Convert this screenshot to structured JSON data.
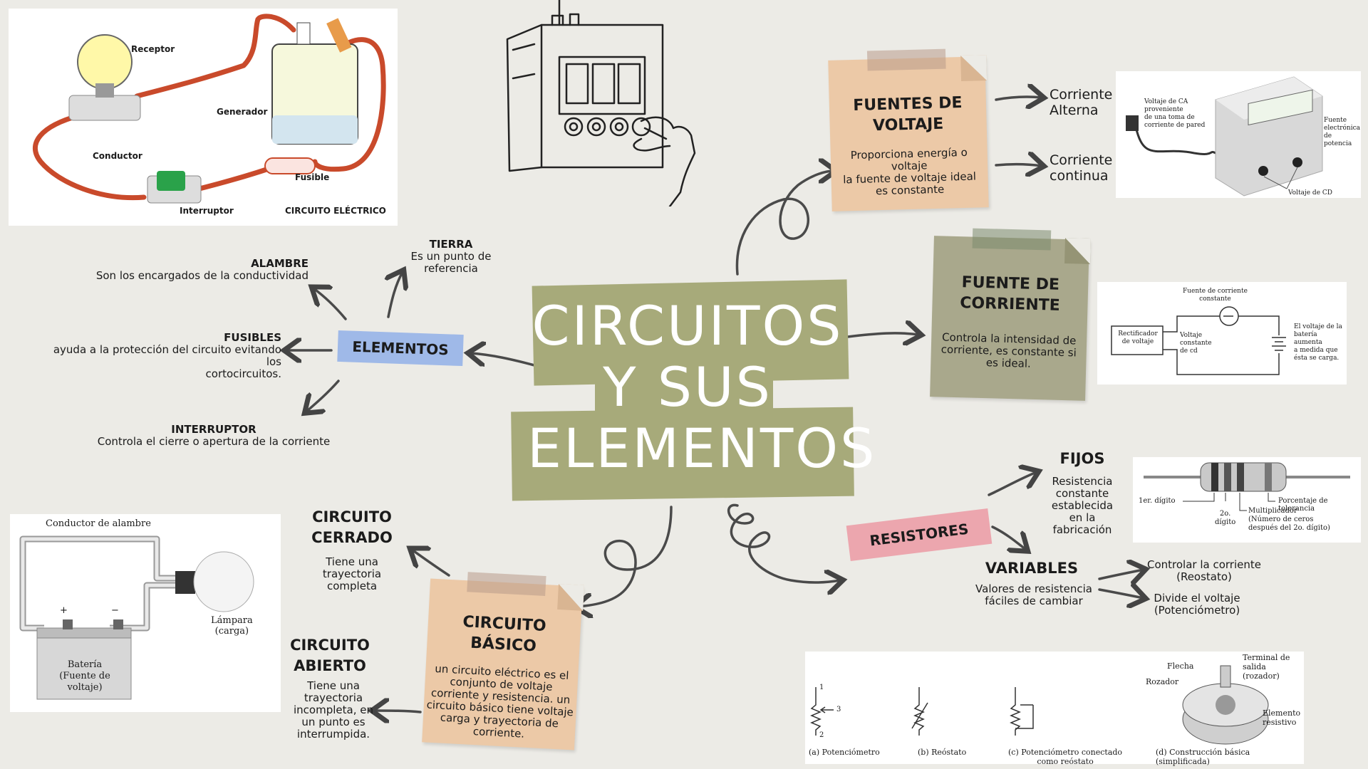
{
  "title": {
    "line1": "CIRCUITOS",
    "line2": "Y SUS",
    "line3": "ELEMENTOS"
  },
  "colors": {
    "background": "#ecebe6",
    "title_bg": "#a7aa7a",
    "voltage_note": "#ecc9a7",
    "current_note": "#a9a88c",
    "basic_note": "#ecc9a7",
    "elementos_tag": "#9fb9e8",
    "resistores_tag": "#eca6ae"
  },
  "circuit_image": {
    "receptor": "Receptor",
    "generador": "Generador",
    "conductor": "Conductor",
    "fusible": "Fusible",
    "interruptor": "Interruptor",
    "caption": "CIRCUITO ELÉCTRICO"
  },
  "voltage_note": {
    "title": "FUENTES DE VOLTAJE",
    "body_1": "Proporciona energía o",
    "body_2": "voltaje",
    "body_3": "la fuente de voltaje ideal",
    "body_4": "es constante"
  },
  "voltage_branches": {
    "ca_1": "Corriente",
    "ca_2": "Alterna",
    "cd_1": "Corriente",
    "cd_2": "continua"
  },
  "power_image": {
    "left_1": "Voltaje de CA",
    "left_2": "proveniente",
    "left_3": "de una toma de",
    "left_4": "corriente de pared",
    "right_1": "Fuente",
    "right_2": "electrónica",
    "right_3": "de potencia",
    "bottom": "Voltaje de CD"
  },
  "current_note": {
    "title": "FUENTE DE CORRIENTE",
    "body_1": "Controla la intensidad de",
    "body_2": "corriente, es constante si",
    "body_3": "es ideal."
  },
  "current_image": {
    "top_1": "Fuente de corriente",
    "top_2": "constante",
    "box_1": "Rectificador",
    "box_2": "de voltaje",
    "mid_1": "Voltaje",
    "mid_2": "constante",
    "mid_3": "de cd",
    "right_1": "El voltaje de la",
    "right_2": "batería aumenta",
    "right_3": "a medida que",
    "right_4": "ésta se carga."
  },
  "elementos": {
    "tag": "ELEMENTOS",
    "tierra_title": "TIERRA",
    "tierra_desc": "Es un punto de referencia",
    "alambre_title": "ALAMBRE",
    "alambre_desc": "Son los encargados de la conductividad",
    "fusibles_title": "FUSIBLES",
    "fusibles_desc_1": "ayuda a la protección del circuito evitando los",
    "fusibles_desc_2": "cortocircuitos.",
    "interruptor_title": "INTERRUPTOR",
    "interruptor_desc": "Controla el cierre o apertura de la corriente"
  },
  "resistores": {
    "tag": "RESISTORES",
    "fijos_title": "FIJOS",
    "fijos_1": "Resistencia",
    "fijos_2": "constante",
    "fijos_3": "establecida",
    "fijos_4": "en la",
    "fijos_5": "fabricación",
    "var_title": "VARIABLES",
    "var_1": "Valores de resistencia",
    "var_2": "fáciles de cambiar",
    "reo_1": "Controlar la corriente",
    "reo_2": "(Reostato)",
    "pot_1": "Divide el voltaje",
    "pot_2": "(Potenciómetro)"
  },
  "resistor_image": {
    "l1": "1er. dígito",
    "l2a": "2o.",
    "l2b": "dígito",
    "mult_1": "Multiplicador",
    "mult_2": "(Número de ceros",
    "mult_3": "después del 2o. dígito)",
    "tol": "Porcentaje de tolerancia"
  },
  "variable_image": {
    "a": "(a) Potenciómetro",
    "b": "(b) Reóstato",
    "c1": "(c) Potenciómetro conectado",
    "c2": "como reóstato",
    "d": "(d) Construcción básica (simplificada)",
    "flecha": "Flecha",
    "rozador": "Rozador",
    "terminal": "Terminal de salida (rozador)",
    "elemento": "Elemento resistivo",
    "n1": "1",
    "n2": "2",
    "n3": "3"
  },
  "basic_note": {
    "title_1": "CIRCUITO",
    "title_2": "BÁSICO",
    "b1": "un circuito eléctrico es el",
    "b2": "conjunto de voltaje",
    "b3": "corriente y resistencia. un",
    "b4": "circuito básico tiene voltaje",
    "b5": "carga y trayectoria de",
    "b6": "corriente."
  },
  "closed": {
    "t1": "CIRCUITO",
    "t2": "CERRADO",
    "d1": "Tiene una",
    "d2": "trayectoria",
    "d3": "completa"
  },
  "open": {
    "t1": "CIRCUITO",
    "t2": "ABIERTO",
    "d1": "Tiene una",
    "d2": "trayectoria",
    "d3": "incompleta, en",
    "d4": "un punto es",
    "d5": "interrumpida."
  },
  "battery_image": {
    "conductor": "Conductor de alambre",
    "lampara_1": "Lámpara",
    "lampara_2": "(carga)",
    "bat_1": "Batería",
    "bat_2": "(Fuente de",
    "bat_3": "voltaje)",
    "plus": "+",
    "minus": "−"
  }
}
